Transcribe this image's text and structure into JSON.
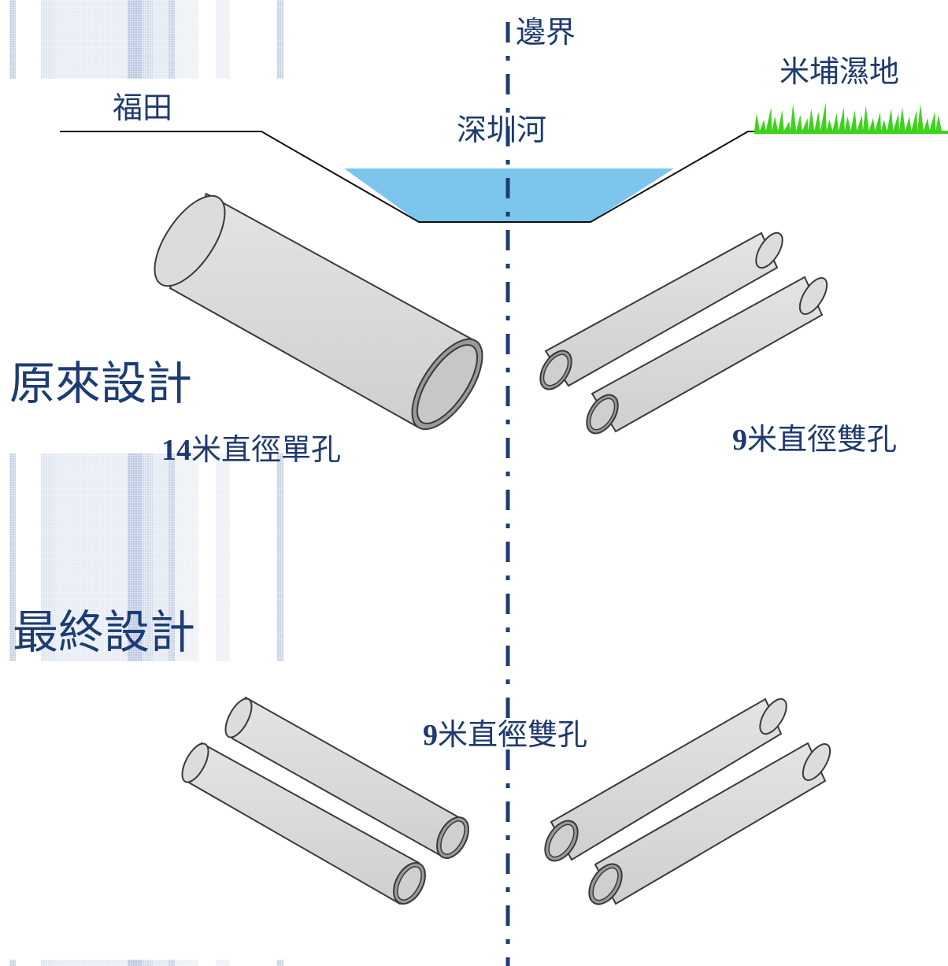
{
  "labels": {
    "boundary": "邊界",
    "mai_po": "米埔濕地",
    "futian": "福田",
    "shenzhen_river": "深圳河",
    "original_design": "原來設計",
    "final_design": "最終設計",
    "tunnel_14_num": "14",
    "tunnel_14_text": "米直徑單孔",
    "tunnel_9_right_num": "9",
    "tunnel_9_right_text": "米直徑雙孔",
    "tunnel_9_final_num": "9",
    "tunnel_9_final_text": "米直徑雙孔"
  },
  "colors": {
    "label_text": "#1f3a6e",
    "boundary_line": "#1d3c74",
    "water": "#7cc6ee",
    "grass": "#3fd21c",
    "tube_fill": "#d9d9d9",
    "tube_stroke": "#3a3a3a"
  },
  "icons": {
    "grass": "grass-icon",
    "water": "river-water-icon"
  }
}
